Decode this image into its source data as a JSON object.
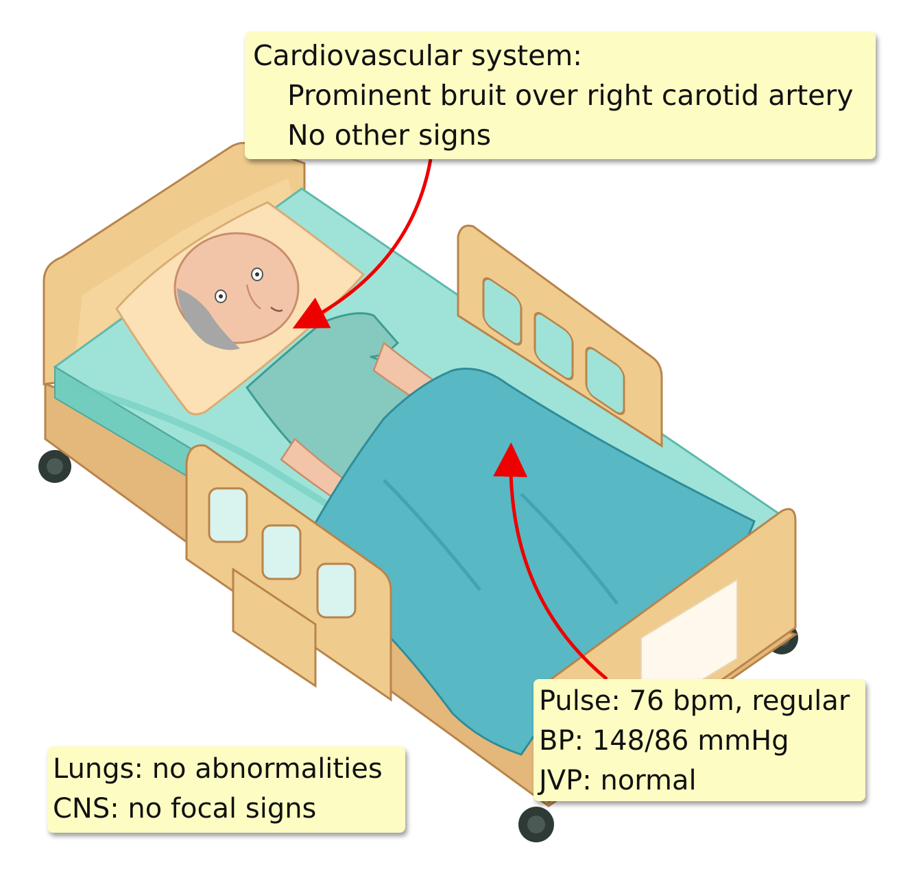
{
  "callouts": {
    "cardiovascular": {
      "heading": "Cardiovascular system:",
      "items": [
        "Prominent bruit over right carotid artery",
        "No other signs"
      ]
    },
    "vitals": {
      "lines": [
        "Pulse: 76 bpm, regular",
        "BP: 148/86 mmHg",
        "JVP: normal"
      ]
    },
    "general": {
      "lines": [
        "Lungs: no abnormalities",
        "CNS: no focal signs"
      ]
    }
  },
  "colors": {
    "callout_background": "#fdfcc3",
    "arrow": "#ee0000",
    "bed_wood": "#f0cb8e",
    "bed_wood_dark": "#d9a564",
    "mattress": "#9fe3d8",
    "blanket": "#58b8c4",
    "gown": "#86c9bf",
    "skin": "#f3c5a8",
    "hair": "#a6a6a6"
  },
  "icons": [
    "hospital-bed",
    "elderly-patient",
    "pillow",
    "blanket",
    "bed-wheel"
  ]
}
